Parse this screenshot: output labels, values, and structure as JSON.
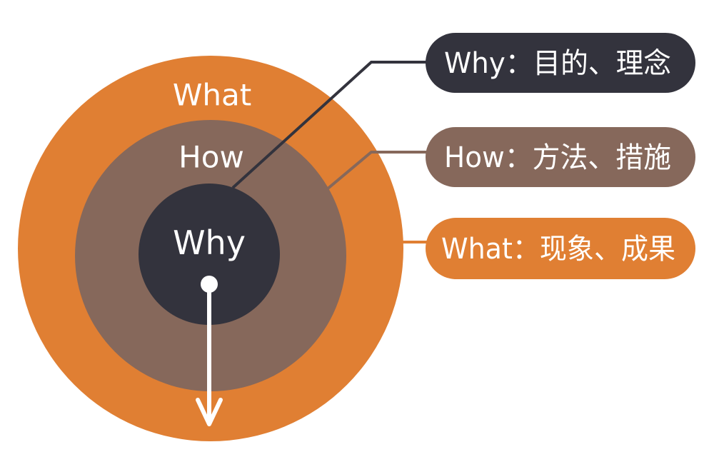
{
  "circles": {
    "outer": {
      "label": "What",
      "color": "#E07F33"
    },
    "middle": {
      "label": "How",
      "color": "#86685B"
    },
    "inner": {
      "label": "Why",
      "color": "#33333D"
    }
  },
  "pills": [
    {
      "key": "why",
      "text": "Why：目的、理念",
      "color": "#33333D"
    },
    {
      "key": "how",
      "text": "How：方法、措施",
      "color": "#86685B"
    },
    {
      "key": "what",
      "text": "What：现象、成果",
      "color": "#E07F33"
    }
  ],
  "colors": {
    "arrow": "#ffffff",
    "background": "#ffffff"
  }
}
